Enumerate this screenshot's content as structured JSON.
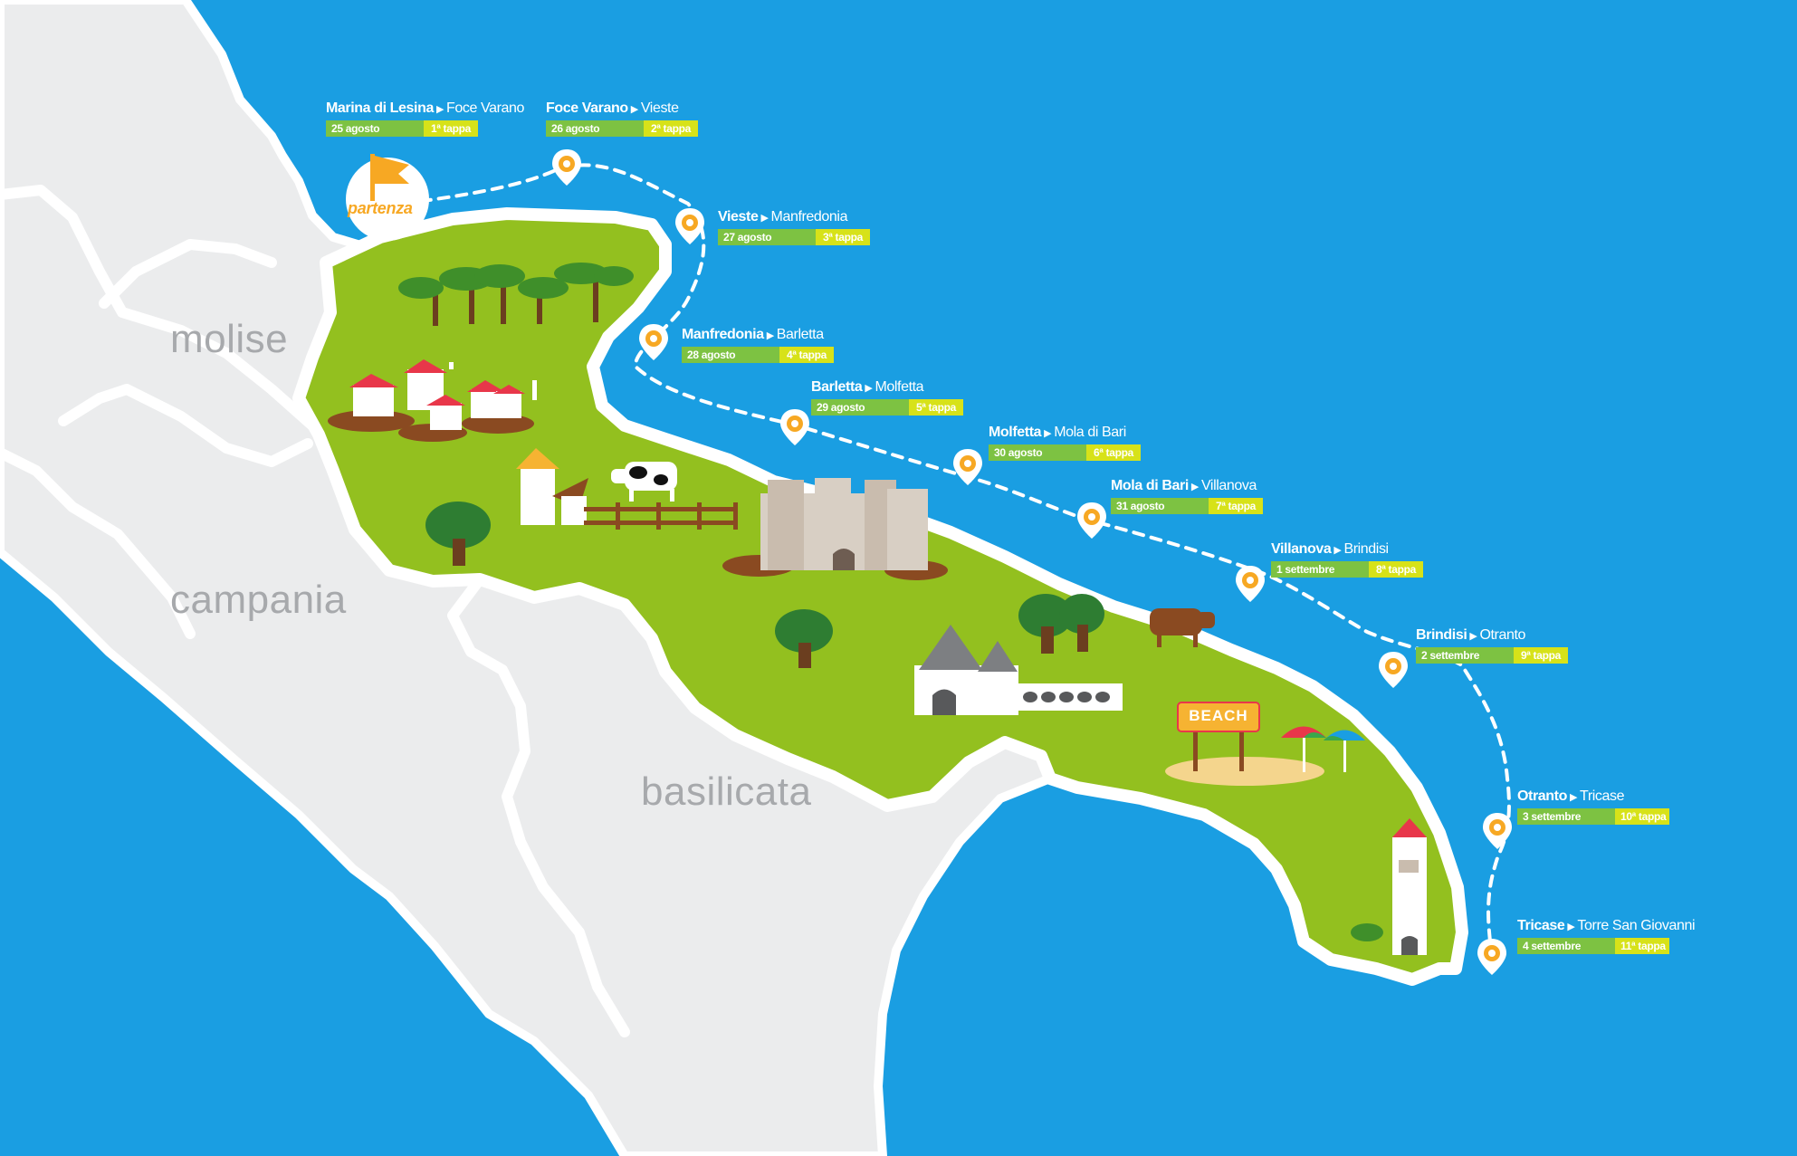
{
  "map": {
    "colors": {
      "sea": "#1a9ee2",
      "land_other": "#ebeced",
      "puglia": "#93c01f",
      "route": "#ffffff",
      "pin": "#f7a823",
      "tag_date": "#7dc242",
      "tag_stage": "#d7e219"
    },
    "start_label": "partenza",
    "beach_sign": "BEACH",
    "regions": [
      {
        "name": "molise"
      },
      {
        "name": "campania"
      },
      {
        "name": "basilicata"
      }
    ],
    "stages": [
      {
        "from": "Marina di Lesina",
        "to": "Foce Varano",
        "date": "25 agosto",
        "stage": "1ª tappa"
      },
      {
        "from": "Foce Varano",
        "to": "Vieste",
        "date": "26 agosto",
        "stage": "2ª tappa"
      },
      {
        "from": "Vieste",
        "to": "Manfredonia",
        "date": "27 agosto",
        "stage": "3ª tappa"
      },
      {
        "from": "Manfredonia",
        "to": "Barletta",
        "date": "28 agosto",
        "stage": "4ª tappa"
      },
      {
        "from": "Barletta",
        "to": "Molfetta",
        "date": "29 agosto",
        "stage": "5ª tappa"
      },
      {
        "from": "Molfetta",
        "to": "Mola di Bari",
        "date": "30 agosto",
        "stage": "6ª tappa"
      },
      {
        "from": "Mola di Bari",
        "to": "Villanova",
        "date": "31 agosto",
        "stage": "7ª tappa"
      },
      {
        "from": "Villanova",
        "to": "Brindisi",
        "date": "1 settembre",
        "stage": "8ª tappa"
      },
      {
        "from": "Brindisi",
        "to": "Otranto",
        "date": "2 settembre",
        "stage": "9ª tappa"
      },
      {
        "from": "Otranto",
        "to": "Tricase",
        "date": "3 settembre",
        "stage": "10ª tappa"
      },
      {
        "from": "Tricase",
        "to": "Torre San Giovanni",
        "date": "4 settembre",
        "stage": "11ª tappa"
      }
    ]
  }
}
